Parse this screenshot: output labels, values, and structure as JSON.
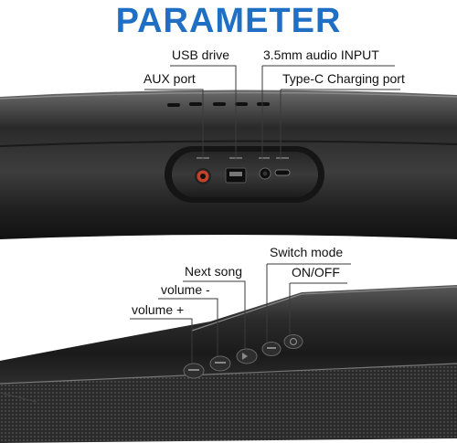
{
  "title": "PARAMETER",
  "top_callouts": {
    "usb_drive": "USB drive",
    "audio_input": "3.5mm audio INPUT",
    "aux_port": "AUX port",
    "type_c": "Type-C Charging port"
  },
  "bottom_callouts": {
    "switch_mode": "Switch mode",
    "next_song": "Next song",
    "on_off": "ON/OFF",
    "volume_down": "volume -",
    "volume_up": "volume +"
  },
  "colors": {
    "title": "#1f6fc4",
    "callout_line": "#3a3a3a",
    "body_dark": "#1e1e1e",
    "body_mid": "#3c3c3c",
    "aux_accent": "#c0442a"
  }
}
